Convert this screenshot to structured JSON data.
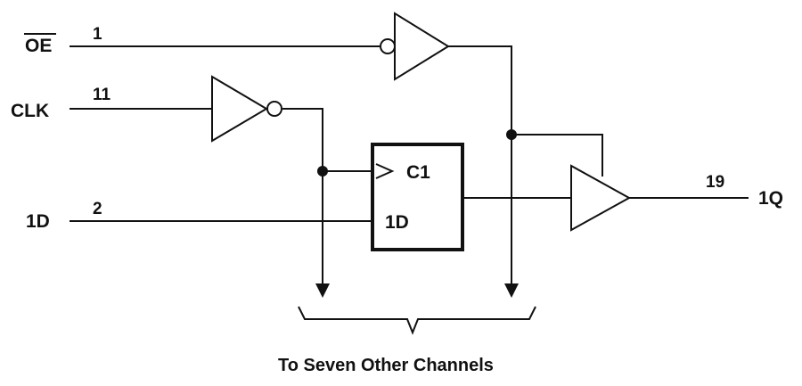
{
  "signals": {
    "oe": {
      "name": "OE",
      "pin": "1",
      "active_low": true
    },
    "clk": {
      "name": "CLK",
      "pin": "11"
    },
    "d_input": {
      "name": "1D",
      "pin": "2"
    },
    "q_output": {
      "name": "1Q",
      "pin": "19"
    }
  },
  "flipflop": {
    "clock_label": "C1",
    "data_label": "1D"
  },
  "caption": "To Seven Other Channels",
  "colors": {
    "ink": "#111111",
    "background": "#ffffff"
  }
}
